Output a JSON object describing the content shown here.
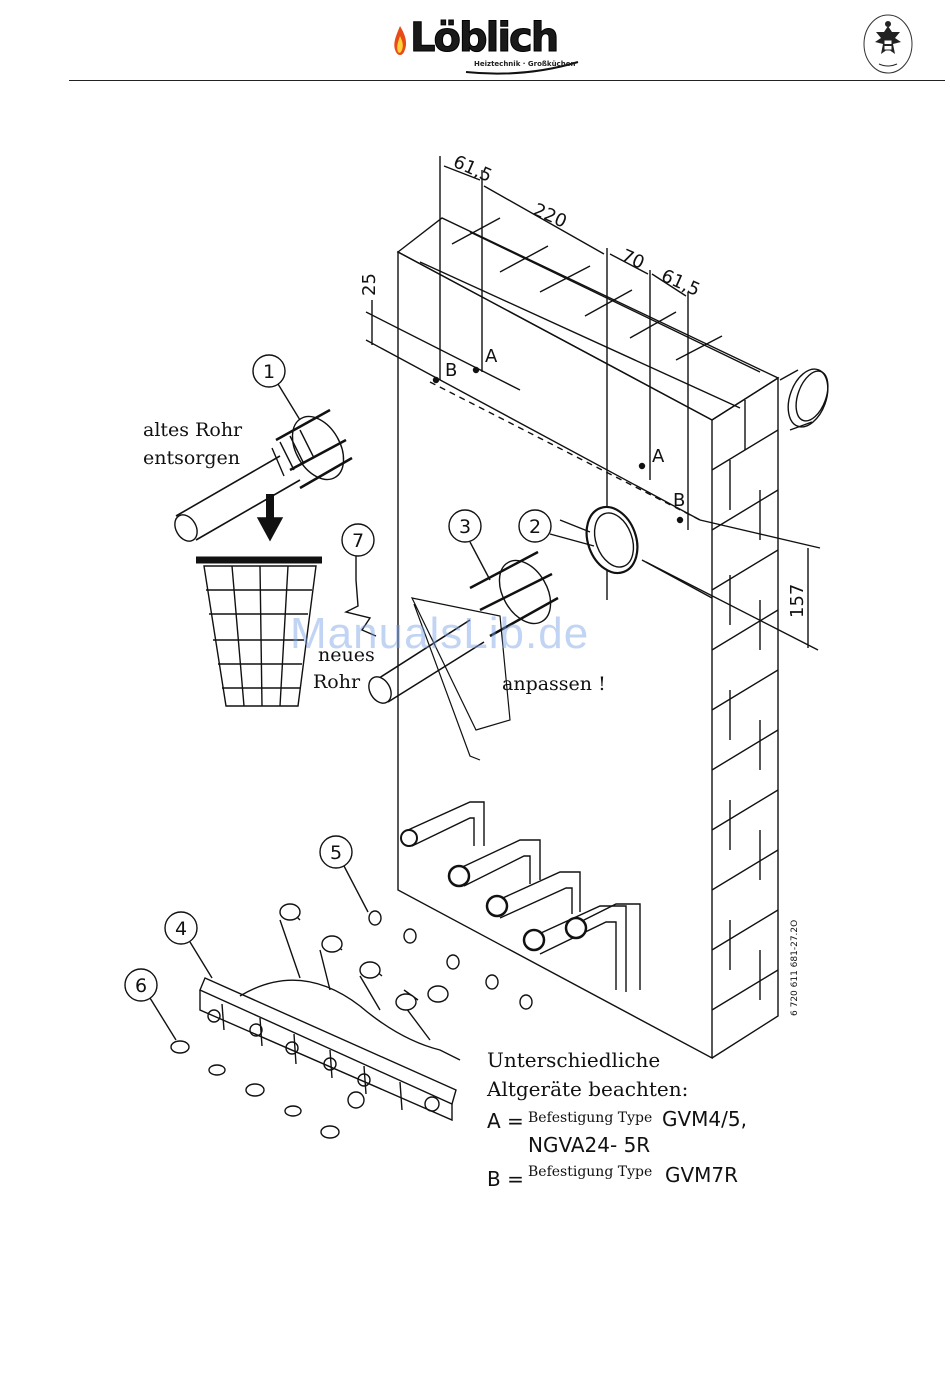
{
  "header": {
    "logo_text": "Löblich",
    "logo_tagline": "Heiztechnik · Großküchen"
  },
  "dimensions": {
    "d1": "61,5",
    "d2": "220",
    "d3": "70",
    "d4": "61,5",
    "d5": "25",
    "d6": "157"
  },
  "hole_labels": {
    "top_b": "B",
    "top_a": "A",
    "right_a": "A",
    "right_b": "B"
  },
  "parts": [
    "1",
    "2",
    "3",
    "4",
    "5",
    "6",
    "7"
  ],
  "notes": {
    "old_pipe_line1": "altes Rohr",
    "old_pipe_line2": "entsorgen",
    "new_pipe_line1": "neues",
    "new_pipe_line2": "Rohr",
    "adjust": "anpassen !"
  },
  "legend": {
    "line1": "Unterschiedliche",
    "line2": "Altgeräte beachten:",
    "a_prefix": "A =",
    "a_small": "Befestigung Type",
    "a_type": "GVM4/5,",
    "a_type2": "NGVA24- 5R",
    "b_prefix": "B =",
    "b_small": "Befestigung Type",
    "b_type": "GVM7R"
  },
  "drawing_code": "6 720 611 681-27.2O",
  "watermark": "ManualsLib.de"
}
